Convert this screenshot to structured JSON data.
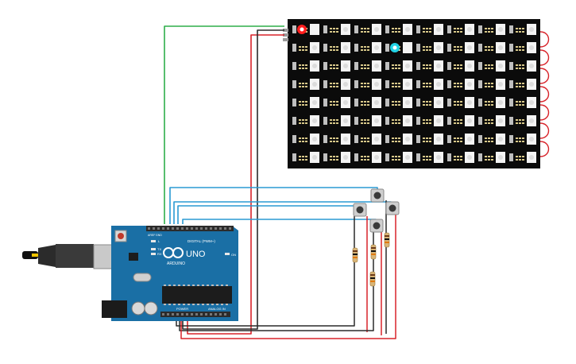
{
  "arduino": {
    "brand_text": "ARDUINO",
    "model_text": "UNO",
    "digital_label": "DIGITAL (PWM~)",
    "analog_label": "ANALOG IN",
    "power_label": "POWER",
    "on_label": "ON",
    "tx_label": "TX",
    "rx_label": "RX",
    "l_label": "L",
    "aref_label": "AREF",
    "gnd_label": "GND"
  },
  "matrix": {
    "rows": 8,
    "cols": 8,
    "lit_pixels": [
      {
        "row": 0,
        "col": 0,
        "color": "#ff1e1e"
      },
      {
        "row": 1,
        "col": 3,
        "color": "#22d3e6"
      }
    ]
  },
  "buttons": {
    "count": 4
  },
  "resistors": {
    "count": 4
  },
  "colors": {
    "board": "#1a6fa5",
    "matrix_bg": "#0b0b0b",
    "wire_green": "#2eae4a",
    "wire_red": "#d8232a",
    "wire_black": "#2a2a2a",
    "wire_blue": "#2a9ad3",
    "header": "#2b2b2b"
  }
}
